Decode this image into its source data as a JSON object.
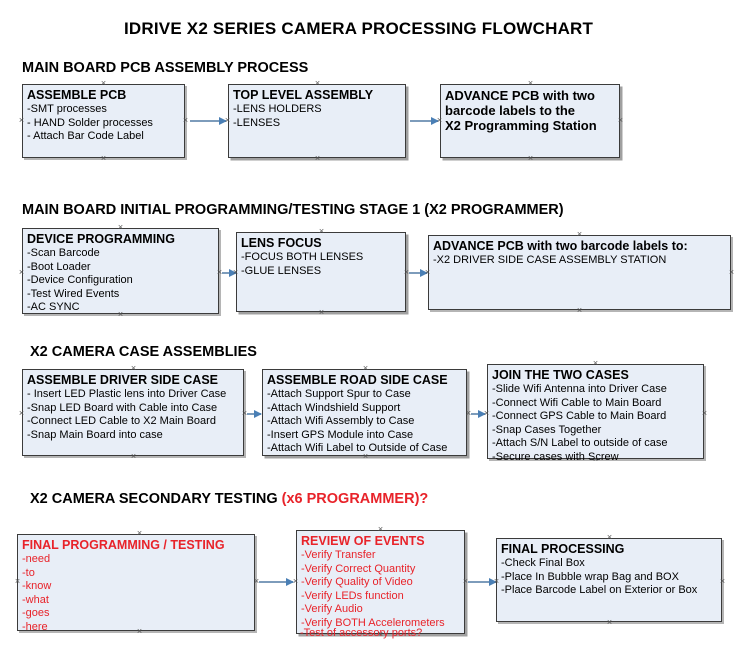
{
  "document": {
    "title": "IDRIVE X2  SERIES CAMERA PROCESSING FLOWCHART",
    "accent_red": "#e8232a",
    "node_fill": "#e8eef7",
    "node_border": "#3b3b3b",
    "connector_color": "#7d9cbb"
  },
  "sections": [
    {
      "id": "main-board-pcb-assembly-process",
      "heading": "MAIN BOARD PCB ASSEMBLY PROCESS",
      "heading_suffix": "",
      "nodes": [
        {
          "id": "assemble-pcb",
          "header": "ASSEMBLE PCB",
          "lines": [
            "-SMT processes",
            "- HAND Solder processes",
            "- Attach Bar Code Label"
          ]
        },
        {
          "id": "top-level-assembly",
          "header": "TOP LEVEL ASSEMBLY",
          "lines": [
            "-LENS HOLDERS",
            "-LENSES"
          ]
        },
        {
          "id": "advance-pcb-programming-station",
          "header": "ADVANCE PCB with two",
          "header_lines": [
            "ADVANCE PCB with two",
            "barcode labels to the",
            " X2 Programming Station"
          ],
          "lines": []
        }
      ]
    },
    {
      "id": "main-board-initial-programming",
      "heading": "MAIN BOARD INITIAL PROGRAMMING/TESTING STAGE 1 (X2 PROGRAMMER)",
      "heading_suffix": "",
      "nodes": [
        {
          "id": "device-programming",
          "header": "DEVICE PROGRAMMING",
          "lines": [
            "-Scan Barcode",
            "-Boot Loader",
            "-Device Configuration",
            "-Test Wired Events",
            "-AC SYNC"
          ]
        },
        {
          "id": "lens-focus",
          "header": "LENS FOCUS",
          "lines": [
            "-FOCUS BOTH LENSES",
            "-GLUE LENSES"
          ]
        },
        {
          "id": "advance-pcb-driver-side-case",
          "header": "ADVANCE PCB with two barcode labels to:",
          "lines": [
            "-X2 DRIVER  SIDE  CASE  ASSEMBLY STATION"
          ]
        }
      ]
    },
    {
      "id": "x2-camera-case-assemblies",
      "heading": "X2 CAMERA CASE ASSEMBLIES",
      "heading_suffix": "",
      "nodes": [
        {
          "id": "assemble-driver-side-case",
          "header": "ASSEMBLE DRIVER SIDE CASE",
          "lines": [
            "- Insert LED Plastic lens into Driver Case",
            "-Snap LED Board with Cable into Case",
            "-Connect LED Cable to X2 Main Board",
            "-Snap Main Board into case"
          ]
        },
        {
          "id": "assemble-road-side-case",
          "header": "ASSEMBLE ROAD SIDE CASE",
          "lines": [
            "-Attach Support Spur to Case",
            "-Attach Windshield Support",
            "-Attach Wifi Assembly to Case",
            "-Insert GPS Module into Case",
            "-Attach Wifi Label to Outside of Case"
          ]
        },
        {
          "id": "join-the-two-cases",
          "header": "JOIN THE TWO CASES",
          "lines": [
            "-Slide Wifi Antenna into Driver Case",
            "-Connect Wifi Cable to Main Board",
            "-Connect GPS Cable to Main Board",
            "-Snap Cases Together",
            "-Attach S/N Label to outside of case",
            "-Secure cases with Screw"
          ]
        }
      ]
    },
    {
      "id": "x2-camera-secondary-testing",
      "heading": "X2 CAMERA SECONDARY TESTING ",
      "heading_suffix": "(x6 PROGRAMMER)?",
      "nodes": [
        {
          "id": "final-programming-testing",
          "header": "FINAL PROGRAMMING / TESTING",
          "lines": [
            "-need",
            "-to",
            "-know",
            "-what",
            "-goes",
            "-here"
          ]
        },
        {
          "id": "review-of-events",
          "header": "REVIEW OF EVENTS",
          "lines": [
            "-Verify Transfer",
            "-Verify Correct Quantity",
            "-Verify Quality of Video",
            "-Verify LEDs function",
            "-Verify Audio",
            "-Verify BOTH Accelerometers"
          ],
          "overflow_line": "-Test of accessory ports?"
        },
        {
          "id": "final-processing",
          "header": "FINAL PROCESSING",
          "lines": [
            " -Check Final Box",
            "-Place In Bubble wrap Bag and BOX",
            "-Place Barcode Label on Exterior or Box"
          ]
        }
      ]
    }
  ]
}
